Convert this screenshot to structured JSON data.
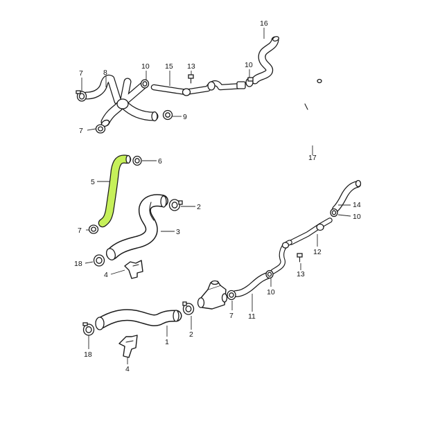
{
  "highlight_color": "#c6f05a",
  "callouts": [
    {
      "id": "c16a",
      "text": "16"
    },
    {
      "id": "c7a",
      "text": "7"
    },
    {
      "id": "c8",
      "text": "8"
    },
    {
      "id": "c10a",
      "text": "10"
    },
    {
      "id": "c15",
      "text": "15"
    },
    {
      "id": "c13a",
      "text": "13"
    },
    {
      "id": "c10b",
      "text": "10"
    },
    {
      "id": "c7b",
      "text": "7"
    },
    {
      "id": "c9",
      "text": "9"
    },
    {
      "id": "c17",
      "text": "17"
    },
    {
      "id": "c6",
      "text": "6"
    },
    {
      "id": "c5",
      "text": "5"
    },
    {
      "id": "c2a",
      "text": "2"
    },
    {
      "id": "c7c",
      "text": "7"
    },
    {
      "id": "c3",
      "text": "3"
    },
    {
      "id": "c14",
      "text": "14"
    },
    {
      "id": "c10c",
      "text": "10"
    },
    {
      "id": "c12",
      "text": "12"
    },
    {
      "id": "c18a",
      "text": "18"
    },
    {
      "id": "c4a",
      "text": "4"
    },
    {
      "id": "c13b",
      "text": "13"
    },
    {
      "id": "c10d",
      "text": "10"
    },
    {
      "id": "c7d",
      "text": "7"
    },
    {
      "id": "c11",
      "text": "11"
    },
    {
      "id": "c2b",
      "text": "2"
    },
    {
      "id": "c1",
      "text": "1"
    },
    {
      "id": "c18b",
      "text": "18"
    },
    {
      "id": "c4b",
      "text": "4"
    }
  ]
}
